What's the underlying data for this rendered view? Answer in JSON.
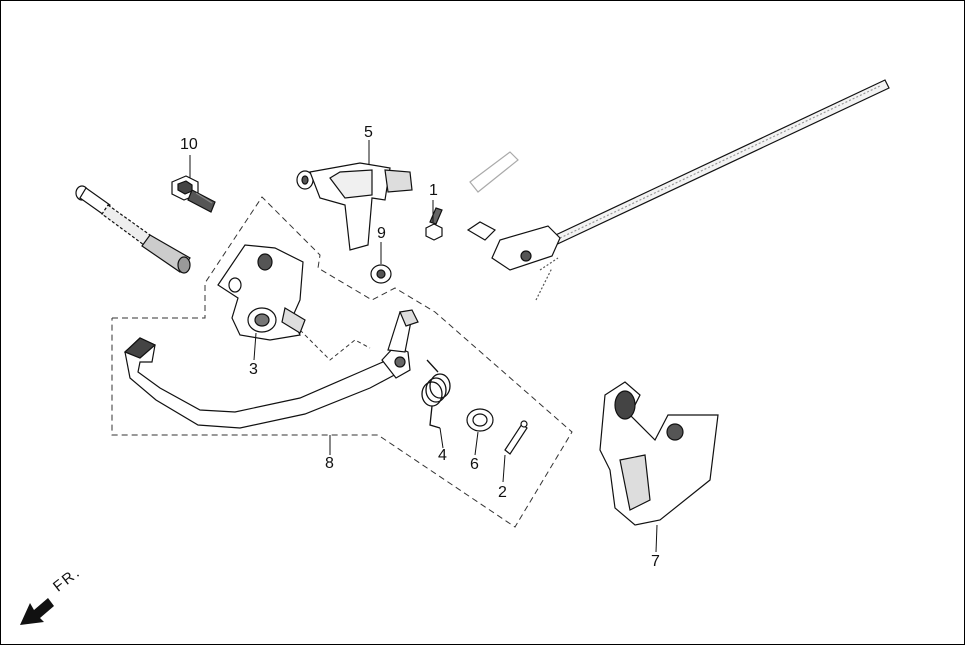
{
  "diagram": {
    "callouts": [
      {
        "id": "1",
        "label": "1"
      },
      {
        "id": "2",
        "label": "2"
      },
      {
        "id": "3",
        "label": "3"
      },
      {
        "id": "4",
        "label": "4"
      },
      {
        "id": "5",
        "label": "5"
      },
      {
        "id": "6",
        "label": "6"
      },
      {
        "id": "7",
        "label": "7"
      },
      {
        "id": "8",
        "label": "8"
      },
      {
        "id": "9",
        "label": "9"
      },
      {
        "id": "10",
        "label": "10"
      }
    ],
    "front_indicator": "FR.",
    "line_color": "#111111",
    "dash_color": "#333333"
  }
}
